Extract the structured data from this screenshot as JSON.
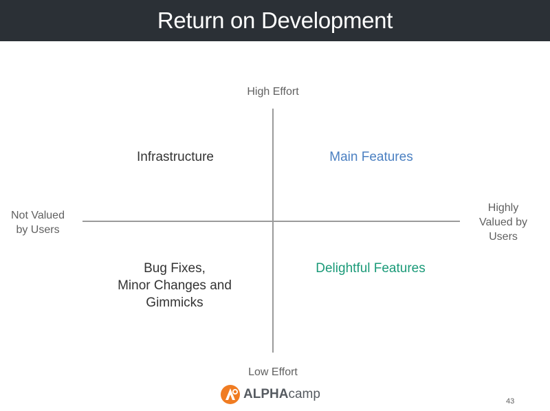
{
  "header": {
    "title": "Return on Development"
  },
  "axes": {
    "top": "High Effort",
    "bottom": "Low Effort",
    "left": "Not Valued\nby Users",
    "right": "Highly\nValued by\nUsers"
  },
  "quadrants": {
    "top_left": "Infrastructure",
    "top_right": "Main Features",
    "bottom_left": "Bug Fixes,\nMinor Changes and\nGimmicks",
    "bottom_right": "Delightful Features"
  },
  "colors": {
    "header_bg": "#2b3036",
    "axis": "#9a9a9a",
    "main_features": "#4a7fc1",
    "delightful_features": "#1a9a78",
    "default_text": "#333333",
    "logo_orange": "#f07c22"
  },
  "logo": {
    "alpha": "ALPHA",
    "camp": "camp"
  },
  "page_number": "43"
}
